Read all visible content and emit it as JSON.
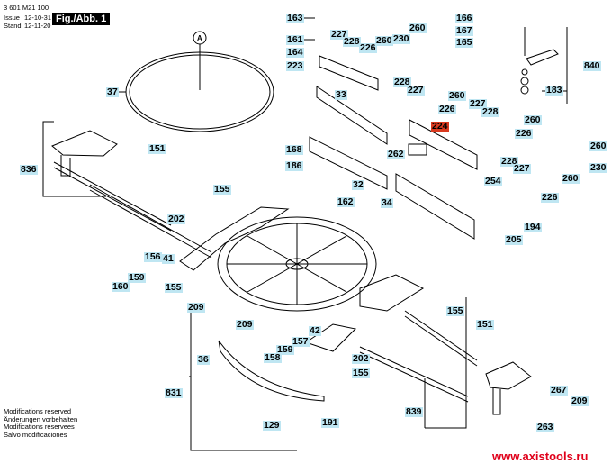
{
  "header": {
    "doc_number": "3 601 M21 100",
    "issue_label": "Issue",
    "stand_label": "Stand",
    "issue_value": "12-10-31",
    "stand_value": "12-11-20",
    "figure_label": "Fig./Abb. 1"
  },
  "footer": {
    "modifications": [
      "Modifications reserved",
      "Änderungen vorbehalten",
      "Modifications reservees",
      "Salvo modificaciones"
    ],
    "website": "www.axistools.ru"
  },
  "colors": {
    "label_bg": "#bfe6f2",
    "highlight_bg": "#d9391e",
    "website": "#e0001a"
  },
  "callout_A": "A",
  "highlighted_part": "224",
  "parts": [
    {
      "id": "163"
    },
    {
      "id": "161"
    },
    {
      "id": "164"
    },
    {
      "id": "223"
    },
    {
      "id": "227"
    },
    {
      "id": "228"
    },
    {
      "id": "226"
    },
    {
      "id": "260"
    },
    {
      "id": "230"
    },
    {
      "id": "166"
    },
    {
      "id": "167"
    },
    {
      "id": "165"
    },
    {
      "id": "840"
    },
    {
      "id": "183"
    },
    {
      "id": "37"
    },
    {
      "id": "151"
    },
    {
      "id": "168"
    },
    {
      "id": "186"
    },
    {
      "id": "836"
    },
    {
      "id": "155"
    },
    {
      "id": "33"
    },
    {
      "id": "32"
    },
    {
      "id": "262"
    },
    {
      "id": "224"
    },
    {
      "id": "34"
    },
    {
      "id": "162"
    },
    {
      "id": "254"
    },
    {
      "id": "194"
    },
    {
      "id": "205"
    },
    {
      "id": "202"
    },
    {
      "id": "156"
    },
    {
      "id": "41"
    },
    {
      "id": "159"
    },
    {
      "id": "160"
    },
    {
      "id": "209"
    },
    {
      "id": "36"
    },
    {
      "id": "831"
    },
    {
      "id": "42"
    },
    {
      "id": "157"
    },
    {
      "id": "158"
    },
    {
      "id": "129"
    },
    {
      "id": "191"
    },
    {
      "id": "839"
    },
    {
      "id": "267"
    },
    {
      "id": "263"
    }
  ],
  "labels": [
    {
      "t": "163"
    },
    {
      "t": "161"
    },
    {
      "t": "164"
    },
    {
      "t": "223"
    },
    {
      "t": "227"
    },
    {
      "t": "228"
    },
    {
      "t": "260"
    },
    {
      "t": "226"
    },
    {
      "t": "260"
    },
    {
      "t": "230"
    },
    {
      "t": "260"
    },
    {
      "t": "166"
    },
    {
      "t": "167"
    },
    {
      "t": "165"
    },
    {
      "t": "840"
    },
    {
      "t": "183"
    },
    {
      "t": "37"
    },
    {
      "t": "33"
    },
    {
      "t": "228"
    },
    {
      "t": "227"
    },
    {
      "t": "260"
    },
    {
      "t": "226"
    },
    {
      "t": "227"
    },
    {
      "t": "228"
    },
    {
      "t": "260"
    },
    {
      "t": "226"
    },
    {
      "t": "224"
    },
    {
      "t": "151"
    },
    {
      "t": "168"
    },
    {
      "t": "186"
    },
    {
      "t": "262"
    },
    {
      "t": "260"
    },
    {
      "t": "230"
    },
    {
      "t": "836"
    },
    {
      "t": "228"
    },
    {
      "t": "227"
    },
    {
      "t": "254"
    },
    {
      "t": "260"
    },
    {
      "t": "155"
    },
    {
      "t": "32"
    },
    {
      "t": "226"
    },
    {
      "t": "162"
    },
    {
      "t": "34"
    },
    {
      "t": "194"
    },
    {
      "t": "202"
    },
    {
      "t": "205"
    },
    {
      "t": "156"
    },
    {
      "t": "41"
    },
    {
      "t": "159"
    },
    {
      "t": "160"
    },
    {
      "t": "155"
    },
    {
      "t": "209"
    },
    {
      "t": "155"
    },
    {
      "t": "209"
    },
    {
      "t": "151"
    },
    {
      "t": "42"
    },
    {
      "t": "157"
    },
    {
      "t": "36"
    },
    {
      "t": "159"
    },
    {
      "t": "158"
    },
    {
      "t": "202"
    },
    {
      "t": "155"
    },
    {
      "t": "831"
    },
    {
      "t": "839"
    },
    {
      "t": "267"
    },
    {
      "t": "209"
    },
    {
      "t": "129"
    },
    {
      "t": "191"
    },
    {
      "t": "263"
    }
  ]
}
